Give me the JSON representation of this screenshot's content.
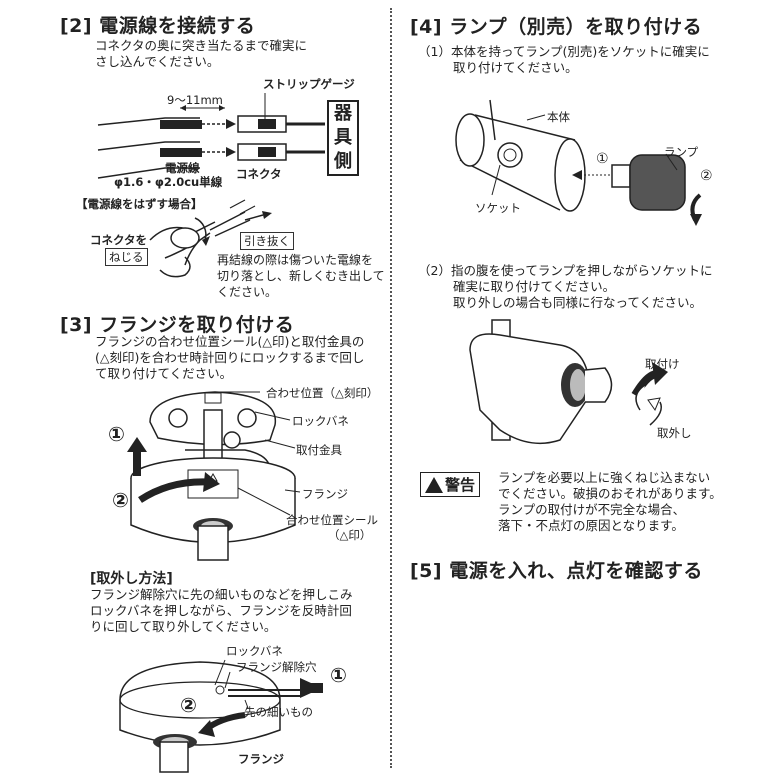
{
  "step2": {
    "title": "[2] 電源線を接続する",
    "lines": [
      "コネクタの奥に突き当たるまで確実に",
      "さし込んでください。"
    ],
    "strip_gauge": "ストリップゲージ",
    "length": "9～11mm",
    "fixture_side": [
      "器",
      "具",
      "側"
    ],
    "wire_label": "電源線",
    "wire_spec": "φ1.6・φ2.0cu単線",
    "connector": "コネクタ",
    "remove_heading": "【電源線をはずす場合】",
    "connector_wo": "コネクタを",
    "twist": "ねじる",
    "pull": "引き抜く",
    "reconnect_lines": [
      "再結線の際は傷ついた電線を",
      "切り落とし、新しくむき出して",
      "ください。"
    ]
  },
  "step3": {
    "title": "[3] フランジを取り付ける",
    "lines": [
      "フランジの合わせ位置シール(△印)と取付金具の",
      "(△刻印)を合わせ時計回りにロックするまで回し",
      "て取り付けてください。"
    ],
    "label_align": "合わせ位置（△刻印）",
    "label_lock": "ロックバネ",
    "label_bracket": "取付金具",
    "label_flange": "フランジ",
    "label_seal": "合わせ位置シール",
    "label_seal2": "（△印）",
    "n1": "①",
    "n2": "②",
    "remove_title": "[取外し方法]",
    "remove_lines": [
      "フランジ解除穴に先の細いものなどを押しこみ",
      "ロックバネを押しながら、フランジを反時計回",
      "りに回して取り外してください。"
    ],
    "label_lock2": "ロックバネ",
    "label_release": "フランジ解除穴",
    "label_thin": "先の細いもの",
    "label_flange2": "フランジ"
  },
  "step4": {
    "title": "[4] ランプ（別売）を取り付ける",
    "p1": [
      "（1）本体を持ってランプ(別売)をソケットに確実に",
      "取り付けてください。"
    ],
    "label_body": "本体",
    "label_lamp": "ランプ",
    "label_socket": "ソケット",
    "n1": "①",
    "n2": "②",
    "p2": [
      "（2）指の腹を使ってランプを押しながらソケットに",
      "確実に取り付けてください。",
      "取り外しの場合も同様に行なってください。"
    ],
    "label_attach": "取付け",
    "label_detach": "取外し",
    "warning_label": "警告",
    "warning_lines": [
      "ランプを必要以上に強くねじ込まない",
      "でください。破損のおそれがあります。",
      "ランプの取付けが不完全な場合、",
      "落下・不点灯の原因となります。"
    ]
  },
  "step5": {
    "title": "[5] 電源を入れ、点灯を確認する"
  }
}
